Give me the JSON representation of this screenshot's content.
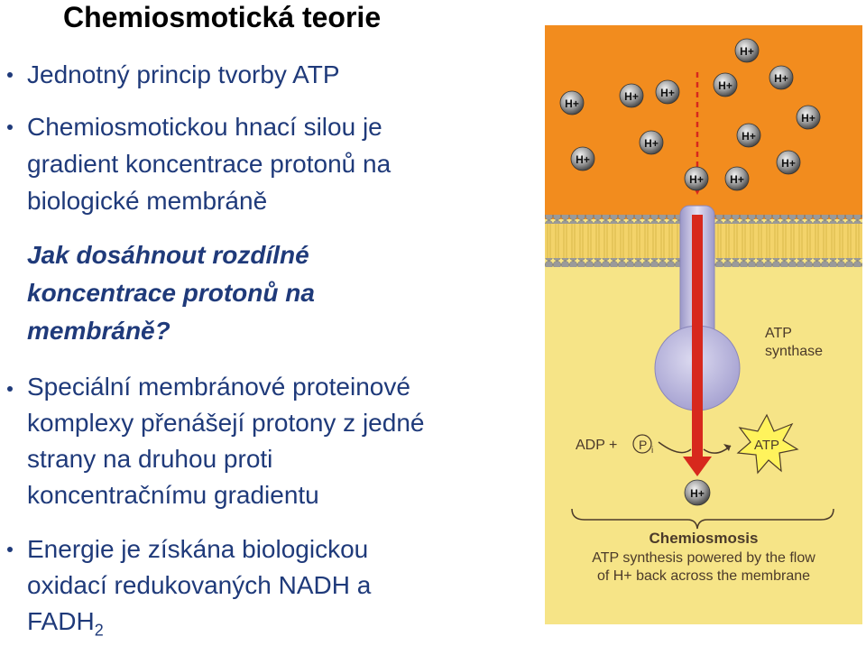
{
  "slide": {
    "title": "Chemiosmotická teorie",
    "bullets": [
      {
        "lines": [
          "Jednotný princip tvorby ATP"
        ]
      },
      {
        "lines": [
          "Chemiosmotickou hnací silou je",
          "gradient koncentrace protonů na",
          "biologické membráně"
        ]
      },
      {
        "lines": [
          "Speciální membránové proteinové",
          "komplexy přenášejí protony z jedné",
          "strany na druhou proti",
          "koncentračnímu gradientu"
        ]
      },
      {
        "lines": [
          "Energie je získána biologickou",
          "oxidací redukovaných NADH a"
        ],
        "last_main": "FADH",
        "last_sub": "2"
      }
    ],
    "question_lines": [
      "Jak dosáhnout rozdílné",
      "koncentrace protonů na",
      "membráně?"
    ]
  },
  "figure": {
    "proton_label": "H+",
    "atp_synthase_label_1": "ATP",
    "atp_synthase_label_2": "synthase",
    "adp_label": "ADP +",
    "pi_label": "P",
    "pi_sub": "i",
    "atp_label": "ATP",
    "caption_title": "Chemiosmosis",
    "caption_line_1": "ATP synthesis powered by the flow",
    "caption_line_2": "of H+ back across the membrane",
    "colors": {
      "outside": "#f28c1e",
      "inside": "#f6e487",
      "membrane_head": "#8e8e8e",
      "membrane_tail": "#f3d36a",
      "synthase": "#b9b6dc",
      "arrow": "#d7281d"
    }
  }
}
